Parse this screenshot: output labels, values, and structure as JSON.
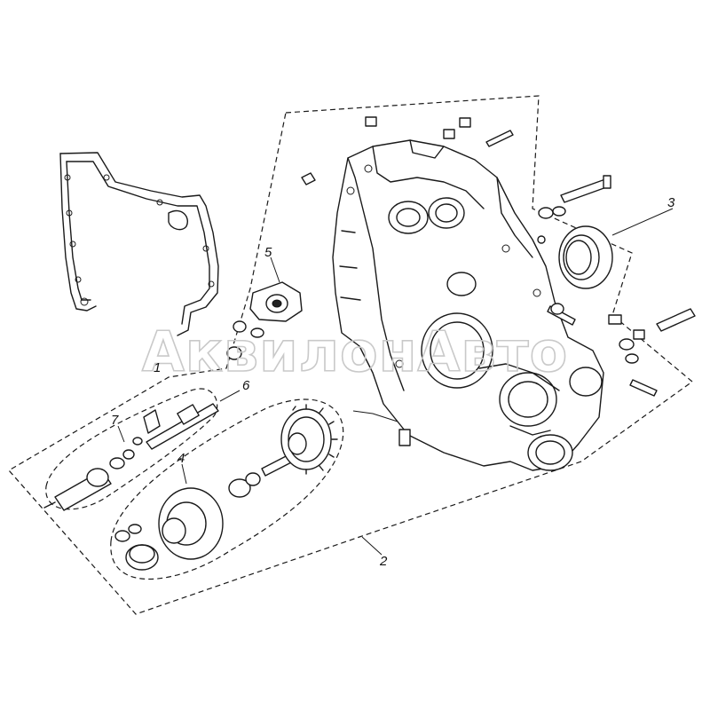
{
  "callouts": {
    "c1": "1",
    "c2": "2",
    "c3": "3",
    "c4": "4",
    "c5": "5",
    "c6": "6",
    "c7": "7"
  },
  "watermark": "АквилонАвто",
  "colors": {
    "ink": "#1a1a1a",
    "background": "#ffffff",
    "watermark": "#c9c9c9"
  }
}
